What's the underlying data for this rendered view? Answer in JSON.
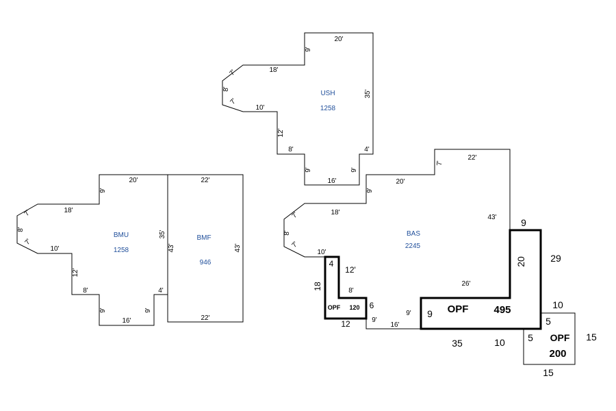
{
  "colors": {
    "area_label": "#1f4e9a",
    "outline": "#000000"
  },
  "ush": {
    "code": "USH",
    "area": "1258",
    "dims": {
      "top": "20'",
      "right": "35'",
      "a": "9'",
      "b": "18'",
      "c": "7'",
      "d": "8'",
      "e": "7'",
      "f": "10'",
      "g": "12'",
      "h": "8'",
      "i": "9'",
      "j": "16'",
      "k": "9'",
      "l": "4'"
    }
  },
  "bmu": {
    "code": "BMU",
    "area": "1258",
    "dims": {
      "top": "20'",
      "right": "35'",
      "a": "9'",
      "b": "18'",
      "c": "7'",
      "d": "8'",
      "e": "7'",
      "f": "10'",
      "g": "12'",
      "h": "8'",
      "i": "9'",
      "j": "16'",
      "k": "9'",
      "l": "4'"
    }
  },
  "bmf": {
    "code": "BMF",
    "area": "946",
    "dims": {
      "top": "22'",
      "bottom": "22'",
      "left": "43'",
      "right": "43'"
    }
  },
  "bas": {
    "code": "BAS",
    "area": "2245",
    "dims": {
      "top": "22'",
      "a": "7'",
      "b": "20'",
      "c": "9'",
      "d": "18'",
      "e": "7'",
      "f": "8'",
      "g": "7'",
      "h": "10'",
      "i": "12'",
      "j": "8'",
      "k": "9'",
      "l": "16'",
      "m": "9'",
      "right": "43'",
      "inner": "26'"
    }
  },
  "opf_small": {
    "code": "OPF",
    "area": "120",
    "dims": {
      "left": "18",
      "top": "4",
      "right": "6",
      "bottom": "12"
    }
  },
  "opf_main": {
    "code": "OPF",
    "area": "495",
    "dims": {
      "top": "9",
      "side": "20",
      "right": "29",
      "left": "9",
      "bottom": "35",
      "bottom2": "10"
    }
  },
  "opf_corner": {
    "code": "OPF",
    "area": "200",
    "dims": {
      "top": "10",
      "right": "15",
      "bottom": "15",
      "a": "5",
      "b": "5"
    }
  }
}
